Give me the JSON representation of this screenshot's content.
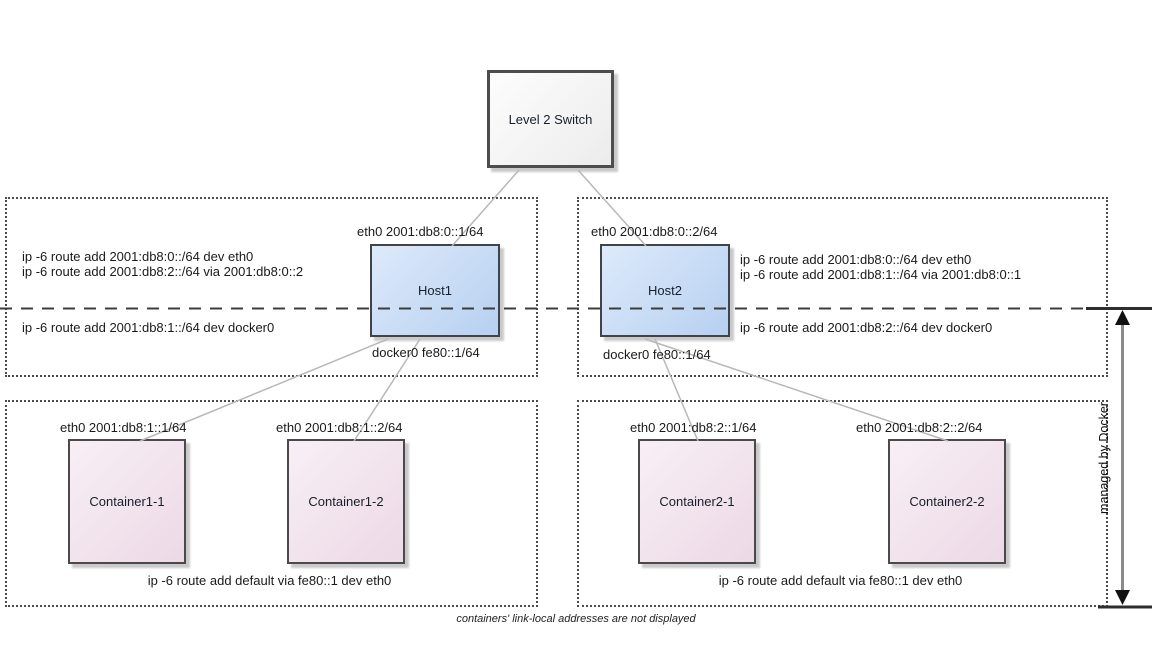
{
  "diagram": {
    "switch": {
      "label": "Level 2 Switch"
    },
    "hosts": [
      {
        "name": "Host1",
        "eth_label": "eth0 2001:db8:0::1/64",
        "docker_label": "docker0 fe80::1/64",
        "eth_routes": [
          "ip -6 route add 2001:db8:0::/64 dev eth0",
          "ip -6 route add 2001:db8:2::/64 via 2001:db8:0::2"
        ],
        "docker_route": "ip -6 route add 2001:db8:1::/64 dev docker0"
      },
      {
        "name": "Host2",
        "eth_label": "eth0 2001:db8:0::2/64",
        "docker_label": "docker0 fe80::1/64",
        "eth_routes": [
          "ip -6 route add 2001:db8:0::/64 dev eth0",
          "ip -6 route add 2001:db8:1::/64 via 2001:db8:0::1"
        ],
        "docker_route": "ip -6 route add 2001:db8:2::/64 dev docker0"
      }
    ],
    "container_groups": [
      {
        "containers": [
          {
            "name": "Container1-1",
            "eth_label": "eth0 2001:db8:1::1/64"
          },
          {
            "name": "Container1-2",
            "eth_label": "eth0 2001:db8:1::2/64"
          }
        ],
        "default_route": "ip -6 route add default via fe80::1 dev eth0"
      },
      {
        "containers": [
          {
            "name": "Container2-1",
            "eth_label": "eth0 2001:db8:2::1/64"
          },
          {
            "name": "Container2-2",
            "eth_label": "eth0 2001:db8:2::2/64"
          }
        ],
        "default_route": "ip -6 route add default via fe80::1 dev eth0"
      }
    ],
    "side_label": "managed by Docker",
    "caption": "containers' link-local addresses are not displayed",
    "colors": {
      "host_fill": "#b7d0f0",
      "container_fill": "#ecd9e6",
      "switch_fill": "#ececec",
      "box_border": "#4a4a4a",
      "wire": "#b8b8b8",
      "divider": "#3c3c3c",
      "arrow": "#8a8a8a"
    }
  }
}
